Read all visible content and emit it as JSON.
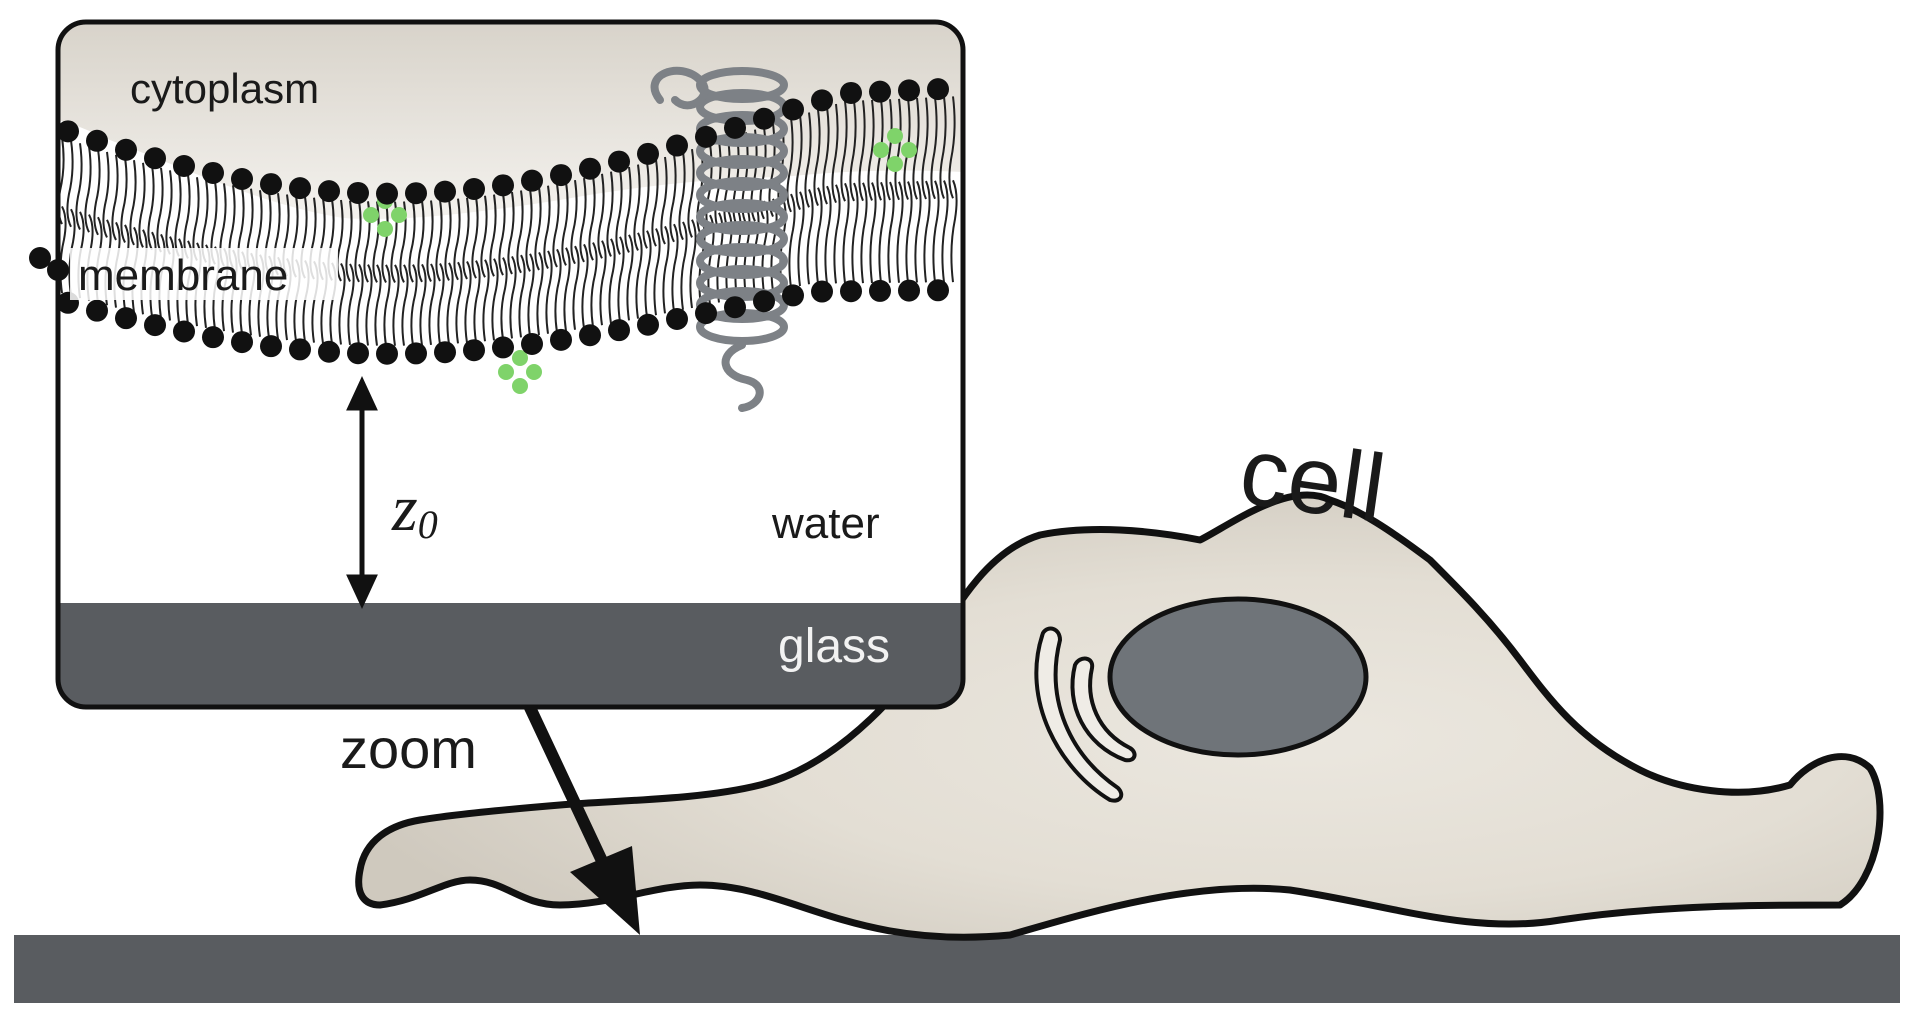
{
  "labels": {
    "cytoplasm": "cytoplasm",
    "membrane": "membrane",
    "water": "water",
    "glass": "glass",
    "zoom": "zoom",
    "cell": "cell",
    "z0_symbol": "z",
    "z0_subscript": "0"
  },
  "colors": {
    "glass": "#595c60",
    "nucleus": "#6f7479",
    "cell_fill": "#e6e1d8",
    "cytoplasm_tint": "#d9d4cb",
    "lipid_head": "#111111",
    "fluorophore": "#7fd36a",
    "protein_helix": "#7d8186",
    "outline": "#111111"
  },
  "icons": {
    "lipid_bilayer": "lipid-bilayer-icon",
    "transmembrane_protein": "alpha-helix-protein-icon",
    "fluorophore": "fluorophore-marker-icon",
    "zoom_arrow": "arrow-icon",
    "distance_arrow": "double-arrow-icon"
  }
}
